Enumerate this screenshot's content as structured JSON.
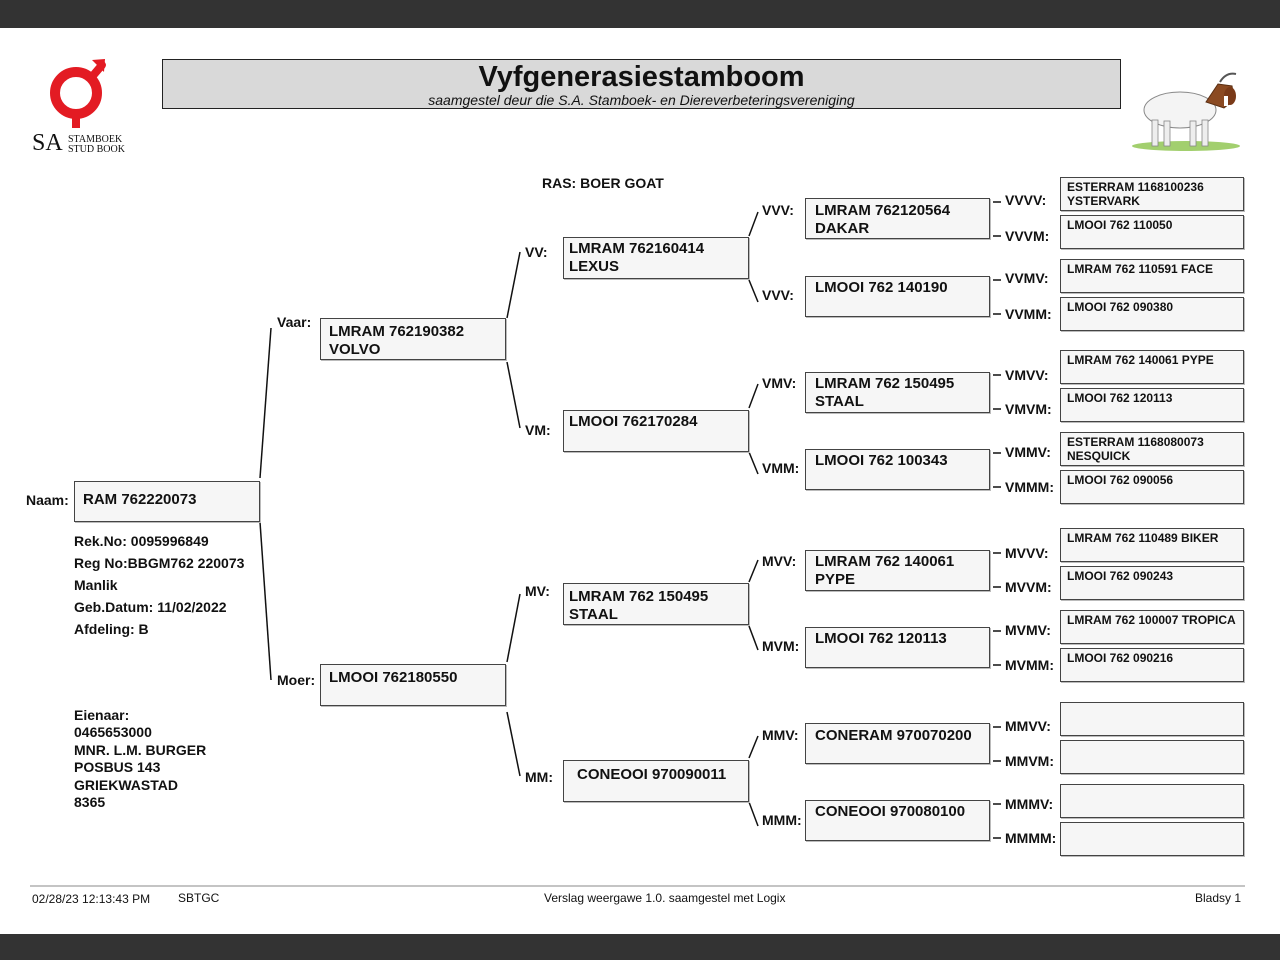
{
  "header": {
    "title": "Vyfgenerasiestamboom",
    "subtitle": "saamgestel deur die S.A. Stamboek- en Diereverbeteringsvereniging",
    "logo_text": "SA",
    "logo_line1": "STAMBOEK",
    "logo_line2": "STUD BOOK"
  },
  "breed": "RAS: BOER GOAT",
  "animal": {
    "name_label": "Naam:",
    "name": "RAM 762220073",
    "rek_no": "Rek.No: 0095996849",
    "reg_no": "Reg No:BBGM762 220073",
    "sex": "Manlik",
    "birth_date": "Geb.Datum: 11/02/2022",
    "section": "Afdeling: B"
  },
  "owner": {
    "label": "Eienaar:",
    "lines": "0465653000\nMNR. L.M. BURGER\nPOSBUS 143\nGRIEKWASTAD\n8365"
  },
  "gen1": [
    {
      "label": "Vaar:",
      "text": "LMRAM 762190382\nVOLVO"
    },
    {
      "label": "Moer:",
      "text": "LMOOI 762180550"
    }
  ],
  "gen2": [
    {
      "label": "VV:",
      "text": "LMRAM 762160414\nLEXUS"
    },
    {
      "label": "VM:",
      "text": "LMOOI 762170284"
    },
    {
      "label": "MV:",
      "text": "LMRAM 762 150495\nSTAAL"
    },
    {
      "label": "MM:",
      "text": "CONEOOI 970090011"
    }
  ],
  "gen3": [
    {
      "label": "VVV:",
      "text": "LMRAM 762120564\nDAKAR"
    },
    {
      "label": "VVV:",
      "text": "LMOOI 762 140190"
    },
    {
      "label": "VMV:",
      "text": "LMRAM 762 150495\nSTAAL"
    },
    {
      "label": "VMM:",
      "text": "LMOOI 762 100343"
    },
    {
      "label": "MVV:",
      "text": "LMRAM 762 140061\nPYPE"
    },
    {
      "label": "MVM:",
      "text": "LMOOI 762 120113"
    },
    {
      "label": "MMV:",
      "text": "CONERAM 970070200"
    },
    {
      "label": "MMM:",
      "text": "CONEOOI 970080100"
    }
  ],
  "gen4": [
    {
      "label": "VVVV:",
      "text": "ESTERRAM 1168100236\nYSTERVARK"
    },
    {
      "label": "VVVM:",
      "text": "LMOOI 762 110050"
    },
    {
      "label": "VVMV:",
      "text": "LMRAM 762 110591 FACE"
    },
    {
      "label": "VVMM:",
      "text": "LMOOI 762 090380"
    },
    {
      "label": "VMVV:",
      "text": "LMRAM 762 140061 PYPE"
    },
    {
      "label": "VMVM:",
      "text": "LMOOI 762 120113"
    },
    {
      "label": "VMMV:",
      "text": "ESTERRAM 1168080073\nNESQUICK"
    },
    {
      "label": "VMMM:",
      "text": "LMOOI 762 090056"
    },
    {
      "label": "MVVV:",
      "text": "LMRAM 762 110489 BIKER"
    },
    {
      "label": "MVVM:",
      "text": "LMOOI 762 090243"
    },
    {
      "label": "MVMV:",
      "text": "LMRAM 762 100007 TROPICA"
    },
    {
      "label": "MVMM:",
      "text": "LMOOI 762 090216"
    },
    {
      "label": "MMVV:",
      "text": ""
    },
    {
      "label": "MMVM:",
      "text": ""
    },
    {
      "label": "MMMV:",
      "text": ""
    },
    {
      "label": "MMMM:",
      "text": ""
    }
  ],
  "footer": {
    "datetime": "02/28/23 12:13:43 PM",
    "code": "SBTGC",
    "report": "Verslag weergawe 1.0. saamgestel met Logix",
    "page": "Bladsy 1"
  },
  "colors": {
    "logo_red": "#e31b23",
    "header_bg": "#d9d9d9",
    "frame_bar": "#333333"
  },
  "icons": {
    "logo": "sa-studbook-logo-icon",
    "goat": "boer-goat-illustration-icon"
  }
}
